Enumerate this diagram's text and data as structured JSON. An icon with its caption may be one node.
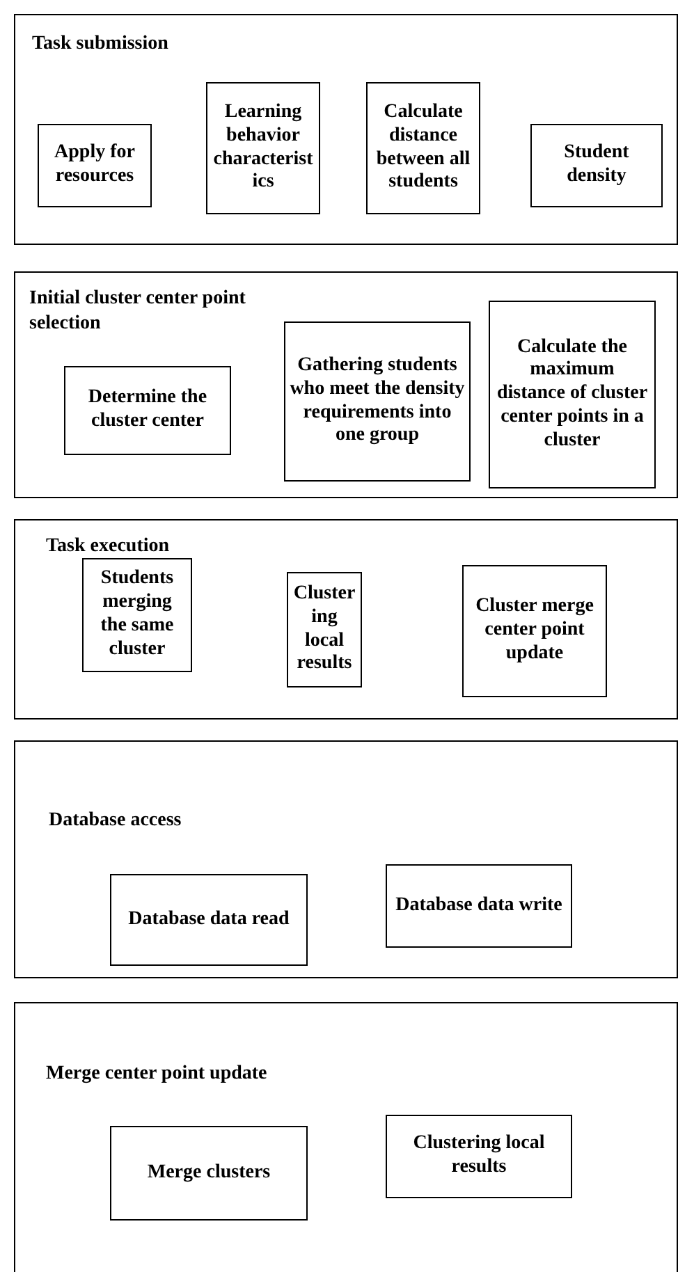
{
  "diagram": {
    "nodes": [
      {
        "text": [
          "Task submission"
        ]
      },
      {
        "text": [
          "Apply for resources"
        ],
        "in": 0
      },
      {
        "text": [
          "Learning behavior characteristics"
        ],
        "in": 0
      },
      {
        "text": [
          "Calculate distance between all students"
        ],
        "in": 0
      },
      {
        "text": [
          "Student density"
        ],
        "in": 0
      },
      {
        "text": [
          "Initial cluster center point selection"
        ]
      },
      {
        "text": [
          "Determine the cluster center"
        ],
        "in": 5
      },
      {
        "text": [
          "Gathering students who meet the density requirements into one group"
        ],
        "in": 5
      },
      {
        "text": [
          "Calculate the maximum distance of cluster center points in a cluster"
        ],
        "in": 5
      },
      {
        "text": [
          "Task execution"
        ]
      },
      {
        "text": [
          "Students merging the same cluster"
        ],
        "in": 9
      },
      {
        "text": [
          "Clustering local results"
        ],
        "in": 9
      },
      {
        "text": [
          "Cluster merge center point update"
        ],
        "in": 9
      },
      {
        "text": [
          "Database access"
        ]
      },
      {
        "text": [
          "Database data read"
        ],
        "in": 13
      },
      {
        "text": [
          "Database data write"
        ],
        "in": 13
      },
      {
        "text": [
          "Merge center point update"
        ]
      },
      {
        "text": [
          "Merge clusters"
        ],
        "in": 16
      },
      {
        "text": [
          "Clustering local results"
        ],
        "in": 16
      }
    ]
  }
}
